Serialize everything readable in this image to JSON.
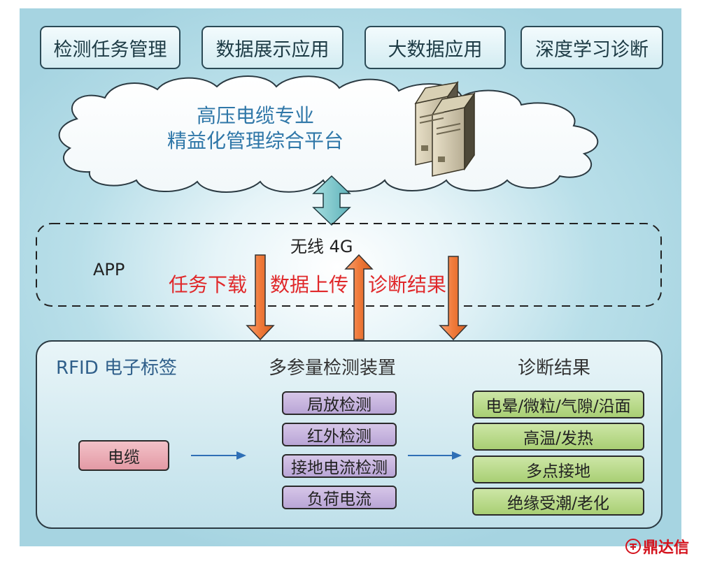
{
  "top_boxes": [
    "检测任务管理",
    "数据展示应用",
    "大数据应用",
    "深度学习诊断"
  ],
  "cloud": {
    "line1": "高压电缆专业",
    "line2": "精益化管理综合平台"
  },
  "app": {
    "label": "APP",
    "wireless": "无线 4G",
    "task_download": "任务下载",
    "data_upload": "数据上传",
    "diagnosis_result": "诊断结果"
  },
  "bottom": {
    "rfid_title": "RFID 电子标签",
    "device_title": "多参量检测装置",
    "result_title": "诊断结果",
    "cable": "电缆",
    "devices": [
      "局放检测",
      "红外检测",
      "接地电流检测",
      "负荷电流"
    ],
    "results": [
      "电晕/微粒/气隙/沿面",
      "高温/发热",
      "多点接地",
      "绝缘受潮/老化"
    ]
  },
  "watermark": "鼎达信",
  "colors": {
    "red_arrow": "#f07a3a",
    "red_text": "#e0282a",
    "blue_arrow": "#2e6fb6",
    "teal_arrow": "#7cc6cc",
    "purple_box": "#c2b0dc",
    "green_box": "#b6d686",
    "pink_box": "#e8a8b1"
  }
}
